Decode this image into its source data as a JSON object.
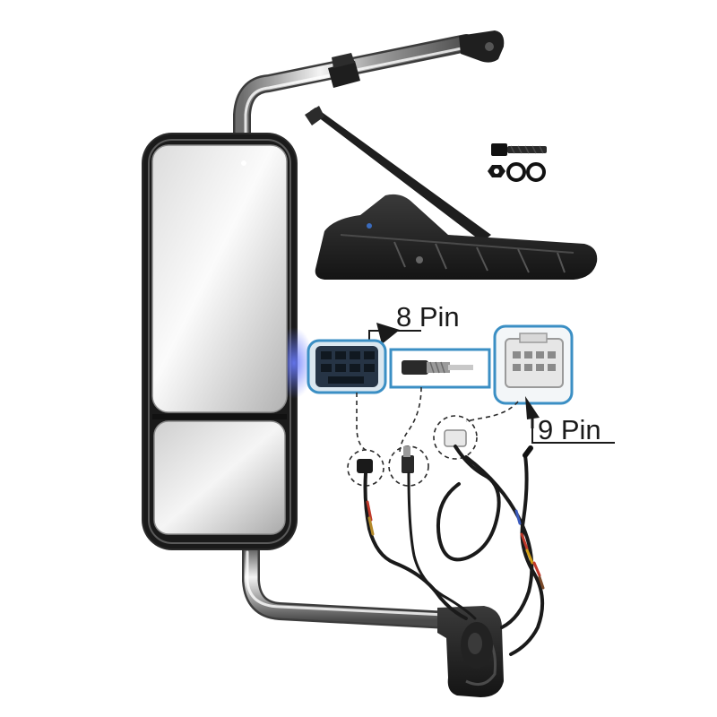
{
  "labels": {
    "pin8": "8 Pin",
    "pin9": "9 Pin"
  },
  "colors": {
    "callout_blue": "#3b8fc4",
    "frame_black": "#1c1c1c",
    "chrome": "#b8b8b8"
  },
  "icons": {
    "mirror": "truck-mirror-assembly",
    "bracket": "mount-bracket",
    "bolt": "bolt-icon",
    "connector_8": "8-pin-connector",
    "connector_9": "9-pin-connector",
    "antenna": "antenna-plug"
  }
}
